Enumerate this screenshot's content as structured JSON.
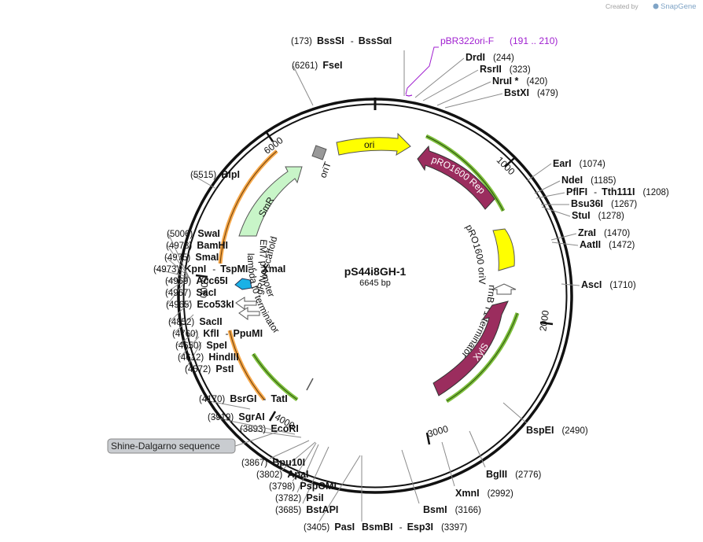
{
  "credit": {
    "prefix": "Created by",
    "brand": "SnapGene"
  },
  "plasmid": {
    "name": "pS44i8GH-1",
    "length_label": "6645 bp"
  },
  "ring_ticks": [
    {
      "label": "1000"
    },
    {
      "label": "2000"
    },
    {
      "label": "3000"
    },
    {
      "label": "4000"
    },
    {
      "label": "5000"
    },
    {
      "label": "6000"
    }
  ],
  "features": [
    {
      "id": "ori",
      "label": "ori",
      "color": "#ffff00"
    },
    {
      "id": "pro1600-rep",
      "label": "pRO1600 Rep",
      "color": "#9b2d5e"
    },
    {
      "id": "pro1600-oriv",
      "label": "pRO1600 oriV",
      "color": "#ffff00"
    },
    {
      "id": "rrnb-t1",
      "label": "rrnB T1 terminator",
      "color": "#ffffff"
    },
    {
      "id": "xyls",
      "label": "XylS",
      "color": "#9b2d5e"
    },
    {
      "id": "lambda-t0",
      "label": "lambda t0 terminator",
      "color": "#ffffff"
    },
    {
      "id": "em7",
      "label": "EM7 promoter",
      "color": "#ffffff"
    },
    {
      "id": "grna",
      "label": "gRNA scaffold",
      "color": "#1ab1e6"
    },
    {
      "id": "smr",
      "label": "SmR",
      "color": "#c8f5c8"
    },
    {
      "id": "orit",
      "label": "oriT",
      "color": "#999999"
    }
  ],
  "primer": {
    "name": "pBR322ori-F",
    "range": "(191 .. 210)"
  },
  "misc_feature": {
    "label": "Shine-Dalgarno sequence"
  },
  "sites": [
    {
      "id": "bsssi",
      "position": "(173)",
      "names": [
        "BssSI",
        "BssSαI"
      ]
    },
    {
      "id": "drdi",
      "position": "(244)",
      "names": [
        "DrdI"
      ]
    },
    {
      "id": "rsrii",
      "position": "(323)",
      "names": [
        "RsrII"
      ]
    },
    {
      "id": "nrui",
      "position": "(420)",
      "names": [
        "NruI *"
      ]
    },
    {
      "id": "bstxi",
      "position": "(479)",
      "names": [
        "BstXI"
      ]
    },
    {
      "id": "eari",
      "position": "(1074)",
      "names": [
        "EarI"
      ]
    },
    {
      "id": "ndei",
      "position": "(1185)",
      "names": [
        "NdeI"
      ]
    },
    {
      "id": "pflfi",
      "position": "(1208)",
      "names": [
        "PflFI",
        "Tth111I"
      ]
    },
    {
      "id": "bsu36i",
      "position": "(1267)",
      "names": [
        "Bsu36I"
      ]
    },
    {
      "id": "stui",
      "position": "(1278)",
      "names": [
        "StuI"
      ]
    },
    {
      "id": "zrai",
      "position": "(1470)",
      "names": [
        "ZraI"
      ]
    },
    {
      "id": "aatii",
      "position": "(1472)",
      "names": [
        "AatII"
      ]
    },
    {
      "id": "asci",
      "position": "(1710)",
      "names": [
        "AscI"
      ]
    },
    {
      "id": "bspei",
      "position": "(2490)",
      "names": [
        "BspEI"
      ]
    },
    {
      "id": "bglii",
      "position": "(2776)",
      "names": [
        "BglII"
      ]
    },
    {
      "id": "xmni",
      "position": "(2992)",
      "names": [
        "XmnI"
      ]
    },
    {
      "id": "bsmi",
      "position": "(3166)",
      "names": [
        "BsmI"
      ]
    },
    {
      "id": "bsmbi",
      "position": "(3397)",
      "names": [
        "BsmBI",
        "Esp3I"
      ]
    },
    {
      "id": "pasi",
      "position": "(3405)",
      "names": [
        "PasI"
      ]
    },
    {
      "id": "bstapi",
      "position": "(3685)",
      "names": [
        "BstAPI"
      ]
    },
    {
      "id": "psii",
      "position": "(3782)",
      "names": [
        "PsiI"
      ]
    },
    {
      "id": "pspomi",
      "position": "(3798)",
      "names": [
        "PspOMI"
      ]
    },
    {
      "id": "apai",
      "position": "(3802)",
      "names": [
        "ApaI"
      ]
    },
    {
      "id": "bpu10i",
      "position": "(3867)",
      "names": [
        "Bpu10I"
      ]
    },
    {
      "id": "ecori",
      "position": "(3893)",
      "names": [
        "EcoRI"
      ]
    },
    {
      "id": "sgrai",
      "position": "(3919)",
      "names": [
        "SgrAI"
      ]
    },
    {
      "id": "bsrgi",
      "position": "(4170)",
      "names": [
        "BsrGI",
        "TatI"
      ]
    },
    {
      "id": "psti",
      "position": "(4572)",
      "names": [
        "PstI"
      ]
    },
    {
      "id": "hindiii",
      "position": "(4612)",
      "names": [
        "HindIII"
      ]
    },
    {
      "id": "spei",
      "position": "(4650)",
      "names": [
        "SpeI"
      ]
    },
    {
      "id": "kfli",
      "position": "(4760)",
      "names": [
        "KflI",
        "PpuMI"
      ]
    },
    {
      "id": "sacii",
      "position": "(4852)",
      "names": [
        "SacII"
      ]
    },
    {
      "id": "eco53ki",
      "position": "(4965)",
      "names": [
        "Eco53kI"
      ]
    },
    {
      "id": "saci",
      "position": "(4967)",
      "names": [
        "SacI"
      ]
    },
    {
      "id": "acc65i",
      "position": "(4969)",
      "names": [
        "Acc65I"
      ]
    },
    {
      "id": "kpni",
      "position": "(4973)",
      "names": [
        "KpnI",
        "TspMI",
        "XmaI"
      ]
    },
    {
      "id": "smai",
      "position": "(4975)",
      "names": [
        "SmaI"
      ]
    },
    {
      "id": "bamhi",
      "position": "(4978)",
      "names": [
        "BamHI"
      ]
    },
    {
      "id": "swai",
      "position": "(5006)",
      "names": [
        "SwaI"
      ]
    },
    {
      "id": "blpi",
      "position": "(5515)",
      "names": [
        "BlpI"
      ]
    },
    {
      "id": "fsei",
      "position": "(6261)",
      "names": [
        "FseI"
      ]
    }
  ]
}
